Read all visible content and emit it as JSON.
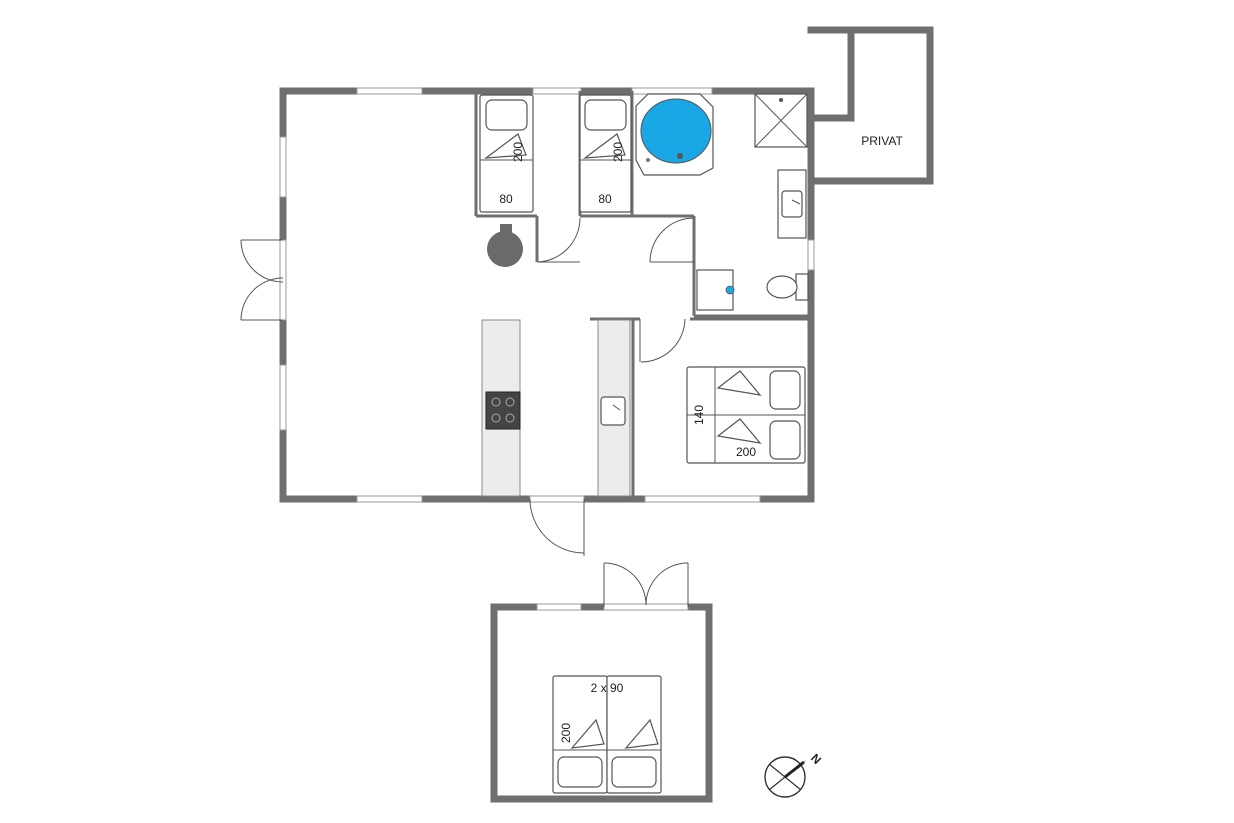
{
  "labels": {
    "privat": "PRIVAT",
    "bed1_length": "200",
    "bed1_width": "80",
    "bed2_length": "200",
    "bed2_width": "80",
    "double_bed_width": "140",
    "double_bed_length": "200",
    "annex_beds": "2 x 90",
    "annex_bed_length": "200",
    "compass_north": "N"
  },
  "colors": {
    "wall": "#6f6f6f",
    "spa_water": "#1aa7e6",
    "stove_fill": "#444444",
    "chimney": "#6a6a6a",
    "counter": "#ececec"
  },
  "icons": [
    "compass-icon",
    "stove-icon",
    "sink-icon",
    "toilet-icon",
    "shower-icon",
    "spa-bath-icon",
    "washing-machine-icon",
    "wood-stove-icon"
  ]
}
